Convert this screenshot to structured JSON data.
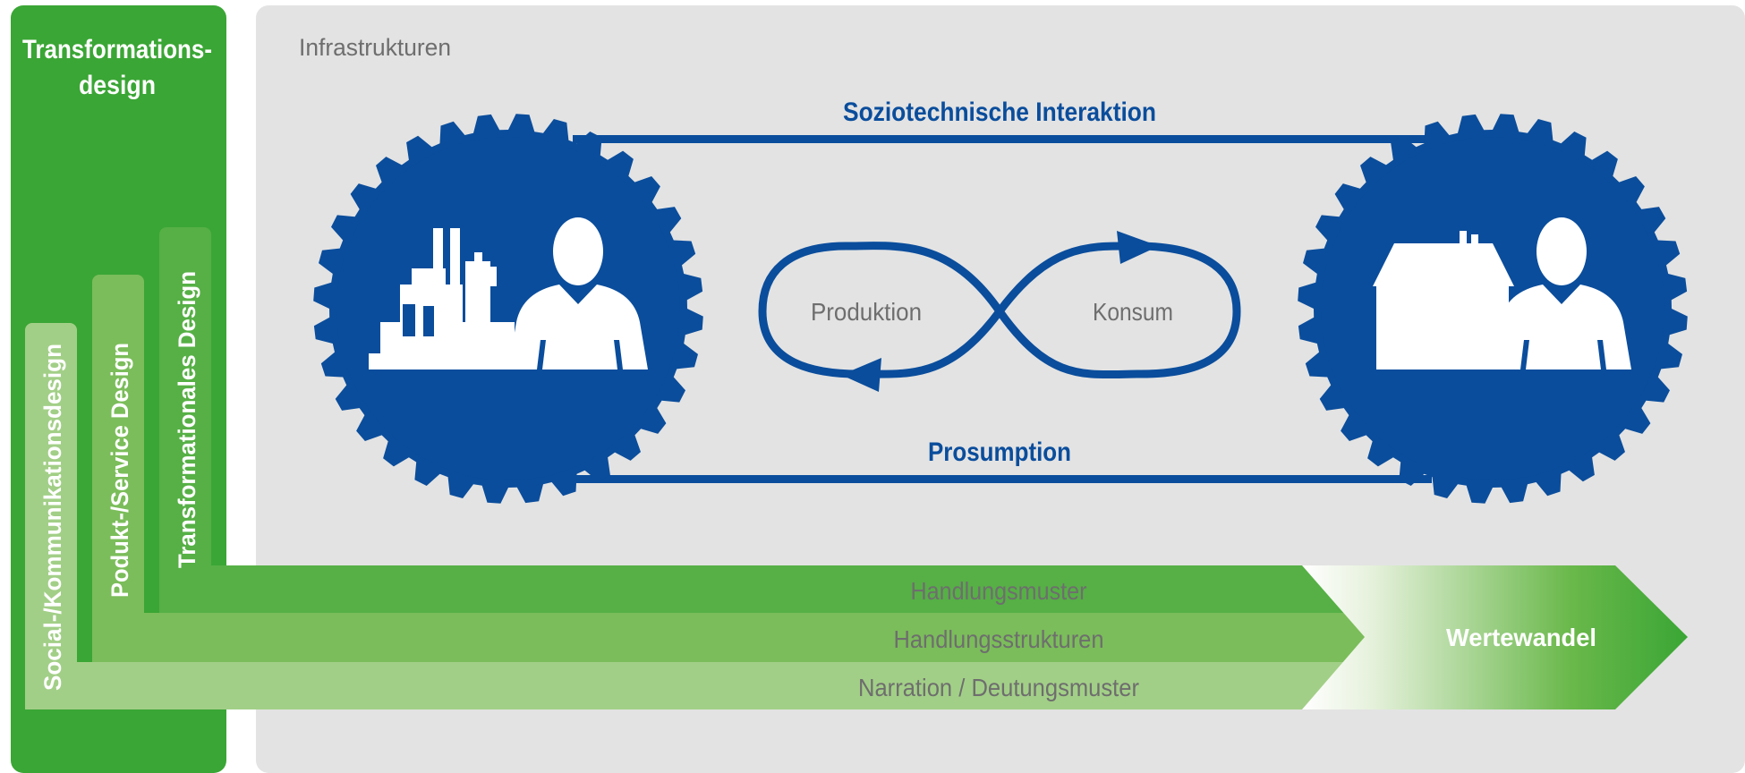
{
  "sidebar": {
    "title_line1": "Transformations-",
    "title_line2": "design",
    "bars": [
      {
        "label": "Social-/Kommunikationsdesign"
      },
      {
        "label": "Podukt-/Service Design"
      },
      {
        "label": "Transformationales Design"
      }
    ]
  },
  "panel": {
    "label": "Infrastrukturen",
    "top_link_label": "Soziotechnische Interaktion",
    "bottom_link_label": "Prosumption",
    "loop": {
      "left_label": "Produktion",
      "right_label": "Konsum"
    }
  },
  "arrows": [
    {
      "label": "Handlungsmuster"
    },
    {
      "label": "Handlungsstrukturen"
    },
    {
      "label": "Narration / Deutungsmuster"
    }
  ],
  "outcome_label": "Wertewandel",
  "colors": {
    "green_dark": "#3aa635",
    "green_mid": "#7bbd5a",
    "green_light": "#a2cf87",
    "blue": "#0a4d9c",
    "panel_bg": "#e3e3e3",
    "text_gray": "#6e6e6e"
  },
  "icons": [
    "gear-icon",
    "factory-icon",
    "person-icon",
    "house-icon",
    "infinity-loop-icon"
  ]
}
